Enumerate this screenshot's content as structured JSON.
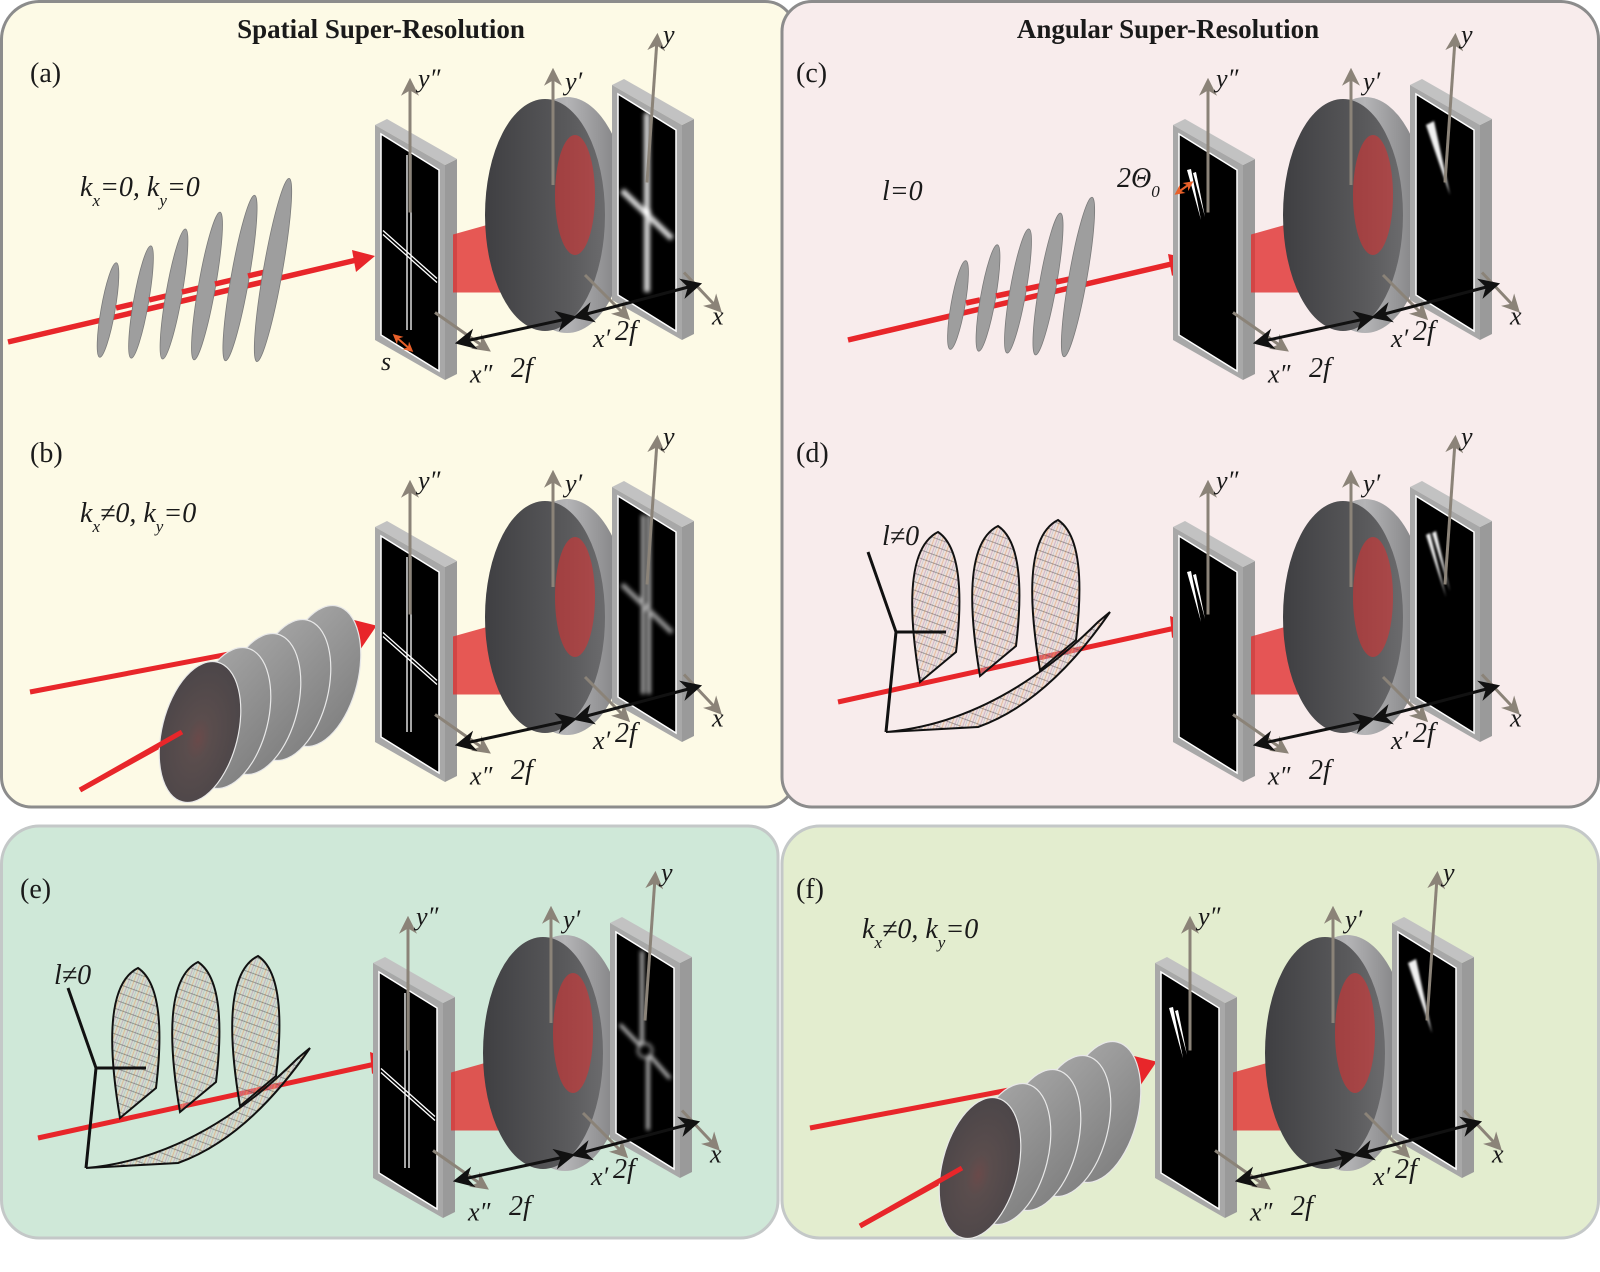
{
  "figure": {
    "columns": [
      {
        "title": "Spatial Super-Resolution"
      },
      {
        "title": "Angular Super-Resolution"
      }
    ],
    "panels": [
      {
        "id": "a",
        "label": "(a)",
        "background": "#fdfae6",
        "border": "#8c8c8c",
        "beam_source": "plane-wave",
        "condition": {
          "k1": "k",
          "s1": "x",
          "v1": "=0, ",
          "k2": "k",
          "s2": "y",
          "v2": "=0"
        },
        "input_pattern": "double-slit-cross",
        "output_pattern": "diffraction-cross",
        "annotation": "s"
      },
      {
        "id": "b",
        "label": "(b)",
        "background": "#fdfae6",
        "border": "#8c8c8c",
        "beam_source": "tilted-plane-wave",
        "condition": {
          "k1": "k",
          "s1": "x",
          "v1": "≠0, ",
          "k2": "k",
          "s2": "y",
          "v2": "=0"
        },
        "input_pattern": "double-slit-cross",
        "output_pattern": "shifted-diffraction-cross",
        "annotation": ""
      },
      {
        "id": "c",
        "label": "(c)",
        "background": "#f8ecec",
        "border": "#8c8c8c",
        "beam_source": "plane-wave",
        "condition": {
          "k1": "l",
          "s1": "",
          "v1": "=0",
          "k2": "",
          "s2": "",
          "v2": ""
        },
        "input_pattern": "double-angular-slit",
        "output_pattern": "angular-diffraction",
        "annotation": "2Θ",
        "annotation_sub": "0"
      },
      {
        "id": "d",
        "label": "(d)",
        "background": "#f8ecec",
        "border": "#8c8c8c",
        "beam_source": "helical-wave",
        "condition": {
          "k1": "l",
          "s1": "",
          "v1": "≠0",
          "k2": "",
          "s2": "",
          "v2": ""
        },
        "input_pattern": "double-angular-slit",
        "output_pattern": "shifted-angular-diffraction",
        "annotation": ""
      },
      {
        "id": "e",
        "label": "(e)",
        "background": "#cfe8d8",
        "border": "#c4c8c8",
        "beam_source": "helical-wave",
        "condition": {
          "k1": "l",
          "s1": "",
          "v1": "≠0",
          "k2": "",
          "s2": "",
          "v2": ""
        },
        "input_pattern": "double-slit-cross",
        "output_pattern": "split-diffraction-cross",
        "annotation": ""
      },
      {
        "id": "f",
        "label": "(f)",
        "background": "#e3edcf",
        "border": "#c4c8c8",
        "beam_source": "tilted-plane-wave",
        "condition": {
          "k1": "k",
          "s1": "x",
          "v1": "≠0, ",
          "k2": "k",
          "s2": "y",
          "v2": "=0"
        },
        "input_pattern": "double-angular-slit",
        "output_pattern": "angular-diffraction",
        "annotation": ""
      }
    ],
    "axes": {
      "input_y": "y″",
      "input_x": "x″",
      "lens_y": "y′",
      "lens_x": "x′",
      "output_y": "y",
      "output_x": "x"
    },
    "distances": {
      "input_to_lens": "2f",
      "lens_to_output": "2f"
    },
    "colors": {
      "beam": "#e8262a",
      "beam_fill": "#e0302f",
      "axis_arrow": "#8b8378",
      "annotation_arrow": "#e8602a",
      "frame": "#a8a8a8",
      "screen": "#000000",
      "lens": "#4e4e50",
      "wavefront": "#9a9a9a"
    }
  }
}
